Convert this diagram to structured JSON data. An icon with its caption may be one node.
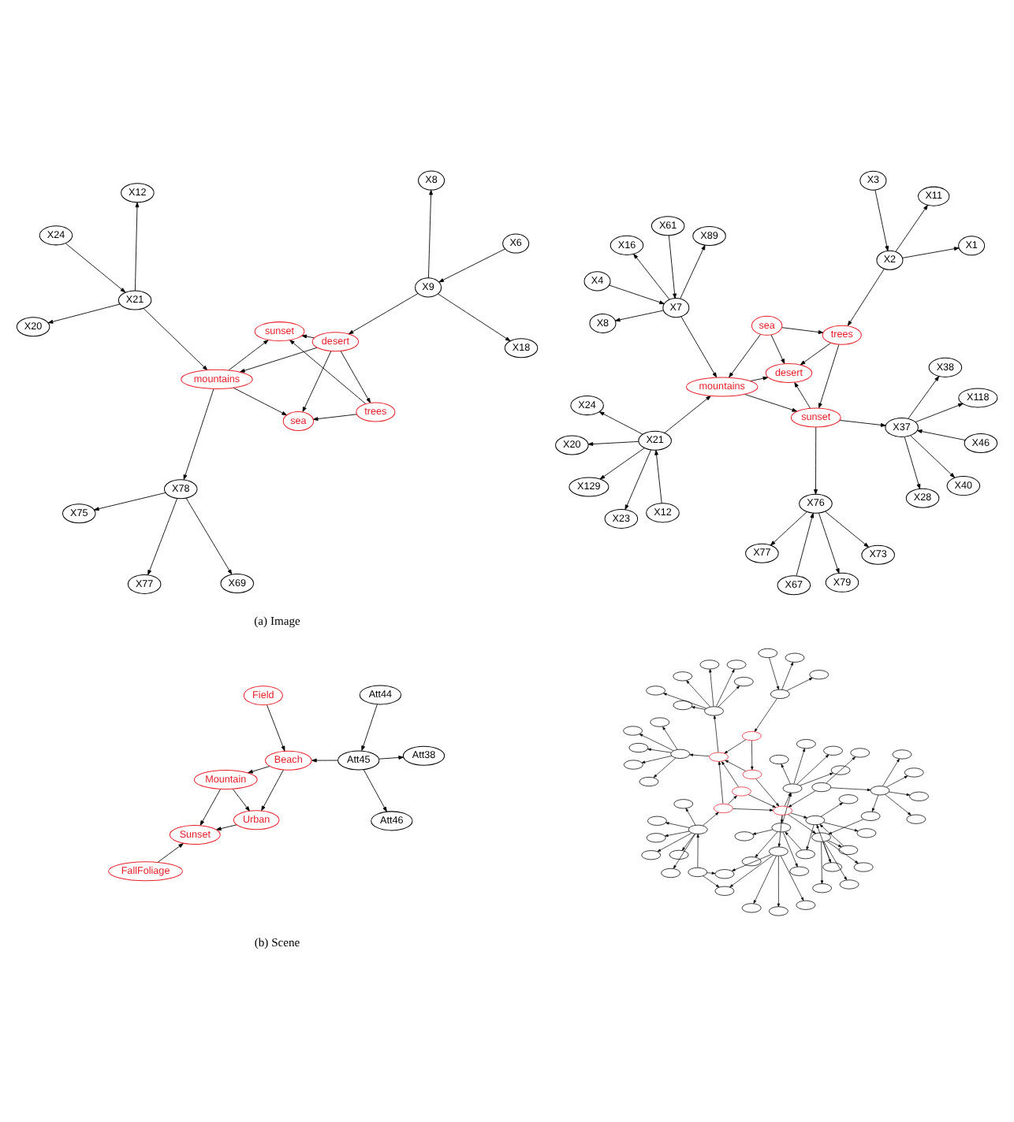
{
  "diagram": {
    "nodes": [
      {
        "text": [
          "X24"
        ]
      },
      {
        "text": [
          "X12"
        ]
      },
      {
        "text": [
          "X20"
        ]
      },
      {
        "text": [
          "X21"
        ]
      },
      {
        "text": [
          "sunset"
        ]
      },
      {
        "text": [
          "mountains"
        ]
      },
      {
        "text": [
          "trees"
        ]
      },
      {
        "text": [
          "sea"
        ]
      },
      {
        "text": [
          "X77"
        ]
      },
      {
        "text": [
          "X78"
        ]
      },
      {
        "text": [
          "desert"
        ]
      },
      {
        "text": [
          "X75"
        ]
      },
      {
        "text": [
          "X69"
        ]
      },
      {
        "text": [
          "X8"
        ]
      },
      {
        "text": [
          "X9"
        ]
      },
      {
        "text": [
          "X6"
        ]
      },
      {
        "text": [
          "X18"
        ]
      },
      {
        "text": [
          "X28"
        ]
      },
      {
        "text": [
          "X118"
        ]
      },
      {
        "text": [
          "X40"
        ]
      },
      {
        "text": [
          "X38"
        ]
      },
      {
        "text": [
          "X37"
        ]
      },
      {
        "text": [
          "X24"
        ]
      },
      {
        "text": [
          "X129"
        ]
      },
      {
        "text": [
          "X46"
        ]
      },
      {
        "text": [
          "X23"
        ]
      },
      {
        "text": [
          "X73"
        ]
      },
      {
        "text": [
          "X21"
        ]
      },
      {
        "text": [
          "X20"
        ]
      },
      {
        "text": [
          "X12"
        ]
      },
      {
        "text": [
          "sunset"
        ]
      },
      {
        "text": [
          "X76"
        ]
      },
      {
        "text": [
          "X79"
        ]
      },
      {
        "text": [
          "mountains"
        ]
      },
      {
        "text": [
          "desert"
        ]
      },
      {
        "text": [
          "X61"
        ]
      },
      {
        "text": [
          "X77"
        ]
      },
      {
        "text": [
          "X67"
        ]
      },
      {
        "text": [
          "X4"
        ]
      },
      {
        "text": [
          "X7"
        ]
      },
      {
        "text": [
          "sea"
        ]
      },
      {
        "text": [
          "trees"
        ]
      },
      {
        "text": [
          "X8"
        ]
      },
      {
        "text": [
          "X89"
        ]
      },
      {
        "text": [
          "X16"
        ]
      },
      {
        "text": [
          "X2"
        ]
      },
      {
        "text": [
          "X1"
        ]
      },
      {
        "text": [
          "X3"
        ]
      },
      {
        "text": [
          "X11"
        ]
      },
      {
        "text": [
          "Field"
        ]
      },
      {
        "text": [
          "Urban"
        ]
      },
      {
        "text": [
          "Sunset"
        ]
      },
      {
        "text": [
          "Beach"
        ]
      },
      {
        "text": [
          "Mountain"
        ]
      },
      {
        "text": [
          "Att44"
        ]
      },
      {
        "text": [
          "FallFoliage"
        ]
      },
      {
        "text": [
          "Att45"
        ]
      },
      {
        "text": [
          "Att46"
        ]
      },
      {
        "text": [
          "Att38"
        ]
      },
      {
        "text": [],
        "shape": "ellipse"
      },
      {
        "text": [],
        "shape": "ellipse"
      },
      {
        "text": [],
        "shape": "ellipse"
      },
      {
        "text": [],
        "shape": "ellipse"
      },
      {
        "text": [],
        "shape": "ellipse"
      },
      {
        "text": [],
        "shape": "ellipse"
      },
      {
        "text": [],
        "shape": "ellipse"
      },
      {
        "text": [],
        "shape": "ellipse"
      },
      {
        "text": [],
        "shape": "ellipse"
      },
      {
        "text": [],
        "shape": "ellipse"
      },
      {
        "text": [],
        "shape": "ellipse"
      },
      {
        "text": [],
        "shape": "ellipse"
      },
      {
        "text": [],
        "shape": "ellipse"
      },
      {
        "text": [],
        "shape": "ellipse"
      },
      {
        "text": [],
        "shape": "ellipse"
      },
      {
        "text": [],
        "shape": "ellipse"
      },
      {
        "text": [],
        "shape": "ellipse"
      },
      {
        "text": [],
        "shape": "ellipse"
      },
      {
        "text": [],
        "shape": "ellipse"
      },
      {
        "text": [],
        "shape": "ellipse"
      },
      {
        "text": [],
        "shape": "ellipse"
      },
      {
        "text": [],
        "shape": "ellipse"
      },
      {
        "text": [],
        "shape": "ellipse"
      },
      {
        "text": [],
        "shape": "ellipse"
      },
      {
        "text": [],
        "shape": "ellipse"
      },
      {
        "text": [],
        "shape": "ellipse"
      },
      {
        "text": [],
        "shape": "ellipse"
      },
      {
        "text": [],
        "shape": "ellipse"
      },
      {
        "text": [],
        "shape": "ellipse"
      },
      {
        "text": [],
        "shape": "ellipse"
      },
      {
        "text": [],
        "shape": "ellipse"
      },
      {
        "text": [],
        "shape": "ellipse"
      },
      {
        "text": [],
        "shape": "ellipse"
      },
      {
        "text": [],
        "shape": "ellipse"
      },
      {
        "text": [],
        "shape": "ellipse"
      },
      {
        "text": [],
        "shape": "ellipse"
      },
      {
        "text": [],
        "shape": "ellipse"
      },
      {
        "text": [],
        "shape": "ellipse"
      },
      {
        "text": [],
        "shape": "ellipse"
      },
      {
        "text": [],
        "shape": "ellipse"
      },
      {
        "text": [],
        "shape": "ellipse"
      },
      {
        "text": [],
        "shape": "ellipse"
      },
      {
        "text": [],
        "shape": "ellipse"
      },
      {
        "text": [],
        "shape": "ellipse"
      },
      {
        "text": [],
        "shape": "ellipse"
      },
      {
        "text": [],
        "shape": "ellipse"
      },
      {
        "text": [],
        "shape": "ellipse"
      },
      {
        "text": [],
        "shape": "ellipse"
      },
      {
        "text": [],
        "shape": "ellipse"
      },
      {
        "text": [],
        "shape": "ellipse"
      },
      {
        "text": [],
        "shape": "ellipse"
      },
      {
        "text": [],
        "shape": "ellipse"
      },
      {
        "text": [],
        "shape": "ellipse"
      },
      {
        "text": [],
        "shape": "ellipse"
      },
      {
        "text": [],
        "shape": "ellipse"
      },
      {
        "text": [],
        "shape": "ellipse"
      },
      {
        "text": [],
        "shape": "ellipse"
      },
      {
        "text": [],
        "shape": "ellipse"
      },
      {
        "text": [],
        "shape": "ellipse"
      },
      {
        "text": [],
        "shape": "ellipse"
      },
      {
        "text": [],
        "shape": "ellipse"
      },
      {
        "text": [],
        "shape": "ellipse"
      },
      {
        "text": [],
        "shape": "ellipse"
      },
      {
        "text": [],
        "shape": "ellipse"
      }
    ],
    "edges": [
      {
        "from": 0,
        "to": 3,
        "arrow": "to"
      },
      {
        "from": 3,
        "to": 2,
        "arrow": "to"
      },
      {
        "from": 3,
        "to": 1,
        "arrow": "to"
      },
      {
        "from": 3,
        "to": 5,
        "arrow": "to"
      },
      {
        "from": 5,
        "to": 4,
        "arrow": "to"
      },
      {
        "from": 5,
        "to": 7,
        "arrow": "to"
      },
      {
        "from": 5,
        "to": 9,
        "arrow": "to"
      },
      {
        "from": 9,
        "to": 8,
        "arrow": "to"
      },
      {
        "from": 9,
        "to": 11,
        "arrow": "to"
      },
      {
        "from": 9,
        "to": 12,
        "arrow": "to"
      },
      {
        "from": 6,
        "to": 4,
        "arrow": "to"
      },
      {
        "from": 6,
        "to": 7,
        "arrow": "to"
      },
      {
        "from": 10,
        "to": 6,
        "arrow": "to"
      },
      {
        "from": 10,
        "to": 4,
        "arrow": "to"
      },
      {
        "from": 10,
        "to": 5,
        "arrow": "to"
      },
      {
        "from": 10,
        "to": 7,
        "arrow": "to"
      },
      {
        "from": 14,
        "to": 10,
        "arrow": "to"
      },
      {
        "from": 14,
        "to": 13,
        "arrow": "to"
      },
      {
        "from": 14,
        "to": 16,
        "arrow": "to"
      },
      {
        "from": 15,
        "to": 14,
        "arrow": "to"
      },
      {
        "from": 21,
        "to": 18,
        "arrow": "to"
      },
      {
        "from": 21,
        "to": 17,
        "arrow": "to"
      },
      {
        "from": 21,
        "to": 19,
        "arrow": "to"
      },
      {
        "from": 21,
        "to": 20,
        "arrow": "to"
      },
      {
        "from": 24,
        "to": 21,
        "arrow": "to"
      },
      {
        "from": 30,
        "to": 21,
        "arrow": "to"
      },
      {
        "from": 27,
        "to": 22,
        "arrow": "to"
      },
      {
        "from": 27,
        "to": 23,
        "arrow": "to"
      },
      {
        "from": 27,
        "to": 25,
        "arrow": "to"
      },
      {
        "from": 27,
        "to": 28,
        "arrow": "to"
      },
      {
        "from": 29,
        "to": 27,
        "arrow": "to"
      },
      {
        "from": 27,
        "to": 33,
        "arrow": "to"
      },
      {
        "from": 33,
        "to": 30,
        "arrow": "to"
      },
      {
        "from": 33,
        "to": 34,
        "arrow": "to"
      },
      {
        "from": 30,
        "to": 34,
        "arrow": "to"
      },
      {
        "from": 30,
        "to": 31,
        "arrow": "to"
      },
      {
        "from": 31,
        "to": 26,
        "arrow": "to"
      },
      {
        "from": 31,
        "to": 32,
        "arrow": "to"
      },
      {
        "from": 31,
        "to": 36,
        "arrow": "to"
      },
      {
        "from": 37,
        "to": 31,
        "arrow": "to"
      },
      {
        "from": 39,
        "to": 33,
        "arrow": "to"
      },
      {
        "from": 35,
        "to": 39,
        "arrow": "to"
      },
      {
        "from": 38,
        "to": 39,
        "arrow": "to"
      },
      {
        "from": 39,
        "to": 43,
        "arrow": "to"
      },
      {
        "from": 39,
        "to": 44,
        "arrow": "to"
      },
      {
        "from": 39,
        "to": 42,
        "arrow": "to"
      },
      {
        "from": 40,
        "to": 33,
        "arrow": "to"
      },
      {
        "from": 40,
        "to": 34,
        "arrow": "to"
      },
      {
        "from": 40,
        "to": 41,
        "arrow": "to"
      },
      {
        "from": 41,
        "to": 34,
        "arrow": "to"
      },
      {
        "from": 41,
        "to": 30,
        "arrow": "to"
      },
      {
        "from": 45,
        "to": 41,
        "arrow": "to"
      },
      {
        "from": 45,
        "to": 46,
        "arrow": "to"
      },
      {
        "from": 45,
        "to": 48,
        "arrow": "to"
      },
      {
        "from": 47,
        "to": 45,
        "arrow": "to"
      },
      {
        "from": 49,
        "to": 52,
        "arrow": "to"
      },
      {
        "from": 52,
        "to": 50,
        "arrow": "to"
      },
      {
        "from": 52,
        "to": 53,
        "arrow": "to"
      },
      {
        "from": 53,
        "to": 50,
        "arrow": "to"
      },
      {
        "from": 50,
        "to": 51,
        "arrow": "to"
      },
      {
        "from": 53,
        "to": 51,
        "arrow": "to"
      },
      {
        "from": 55,
        "to": 51,
        "arrow": "to"
      },
      {
        "from": 54,
        "to": 56,
        "arrow": "to"
      },
      {
        "from": 56,
        "to": 52,
        "arrow": "to"
      },
      {
        "from": 56,
        "to": 58,
        "arrow": "to"
      },
      {
        "from": 56,
        "to": 57,
        "arrow": "to"
      },
      {
        "from": 68,
        "to": 59,
        "arrow": "to"
      },
      {
        "from": 68,
        "to": 60,
        "arrow": "to"
      },
      {
        "from": 68,
        "to": 61,
        "arrow": "to"
      },
      {
        "from": 68,
        "to": 62,
        "arrow": "to"
      },
      {
        "from": 68,
        "to": 63,
        "arrow": "to"
      },
      {
        "from": 68,
        "to": 64,
        "arrow": "to"
      },
      {
        "from": 65,
        "to": 68,
        "arrow": "to"
      },
      {
        "from": 65,
        "to": 66,
        "arrow": "to"
      },
      {
        "from": 65,
        "to": 70,
        "arrow": "to"
      },
      {
        "from": 77,
        "to": 66,
        "arrow": "to"
      },
      {
        "from": 77,
        "to": 67,
        "arrow": "to"
      },
      {
        "from": 77,
        "to": 69,
        "arrow": "to"
      },
      {
        "from": 77,
        "to": 70,
        "arrow": "to"
      },
      {
        "from": 77,
        "to": 71,
        "arrow": "to"
      },
      {
        "from": 93,
        "to": 77,
        "arrow": "to"
      },
      {
        "from": 84,
        "to": 75,
        "arrow": "to"
      },
      {
        "from": 84,
        "to": 78,
        "arrow": "to"
      },
      {
        "from": 84,
        "to": 81,
        "arrow": "to"
      },
      {
        "from": 86,
        "to": 84,
        "arrow": "to"
      },
      {
        "from": 93,
        "to": 84,
        "arrow": "to"
      },
      {
        "from": 84,
        "to": 90,
        "arrow": "to"
      },
      {
        "from": 84,
        "to": 94,
        "arrow": "to"
      },
      {
        "from": 98,
        "to": 86,
        "arrow": "to"
      },
      {
        "from": 98,
        "to": 95,
        "arrow": "to"
      },
      {
        "from": 98,
        "to": 100,
        "arrow": "to"
      },
      {
        "from": 98,
        "to": 102,
        "arrow": "to"
      },
      {
        "from": 98,
        "to": 105,
        "arrow": "to"
      },
      {
        "from": 99,
        "to": 98,
        "arrow": "to"
      },
      {
        "from": 99,
        "to": 106,
        "arrow": "to"
      },
      {
        "from": 99,
        "to": 93,
        "arrow": "to"
      },
      {
        "from": 93,
        "to": 103,
        "arrow": "to"
      },
      {
        "from": 90,
        "to": 103,
        "arrow": "to"
      },
      {
        "from": 94,
        "to": 103,
        "arrow": "to"
      },
      {
        "from": 103,
        "to": 107,
        "arrow": "to"
      },
      {
        "from": 103,
        "to": 108,
        "arrow": "to"
      },
      {
        "from": 103,
        "to": 111,
        "arrow": "to"
      },
      {
        "from": 107,
        "to": 109,
        "arrow": "to"
      },
      {
        "from": 93,
        "to": 109,
        "arrow": "to"
      },
      {
        "from": 93,
        "to": 112,
        "arrow": "to"
      },
      {
        "from": 109,
        "to": 114,
        "arrow": "to"
      },
      {
        "from": 109,
        "to": 118,
        "arrow": "to"
      },
      {
        "from": 109,
        "to": 119,
        "arrow": "to"
      },
      {
        "from": 109,
        "to": 112,
        "arrow": "to"
      },
      {
        "from": 112,
        "to": 116,
        "arrow": "to"
      },
      {
        "from": 112,
        "to": 120,
        "arrow": "to"
      },
      {
        "from": 112,
        "to": 121,
        "arrow": "to"
      },
      {
        "from": 112,
        "to": 122,
        "arrow": "to"
      },
      {
        "from": 68,
        "to": 83,
        "arrow": "to"
      },
      {
        "from": 83,
        "to": 88,
        "arrow": "to"
      },
      {
        "from": 83,
        "to": 93,
        "arrow": "to"
      },
      {
        "from": 83,
        "to": 85,
        "arrow": "to"
      },
      {
        "from": 88,
        "to": 93,
        "arrow": "to"
      },
      {
        "from": 91,
        "to": 93,
        "arrow": "to"
      },
      {
        "from": 88,
        "to": 85,
        "arrow": "to"
      },
      {
        "from": 91,
        "to": 85,
        "arrow": "to"
      },
      {
        "from": 97,
        "to": 85,
        "arrow": "to"
      },
      {
        "from": 97,
        "to": 91,
        "arrow": "to"
      },
      {
        "from": 85,
        "to": 80,
        "arrow": "to"
      },
      {
        "from": 80,
        "to": 72,
        "arrow": "to"
      },
      {
        "from": 80,
        "to": 73,
        "arrow": "to"
      },
      {
        "from": 80,
        "to": 74,
        "arrow": "to"
      },
      {
        "from": 80,
        "to": 76,
        "arrow": "to"
      },
      {
        "from": 80,
        "to": 79,
        "arrow": "to"
      },
      {
        "from": 80,
        "to": 82,
        "arrow": "to"
      },
      {
        "from": 85,
        "to": 89,
        "arrow": "to"
      },
      {
        "from": 89,
        "to": 87,
        "arrow": "to"
      },
      {
        "from": 89,
        "to": 92,
        "arrow": "to"
      },
      {
        "from": 89,
        "to": 96,
        "arrow": "to"
      },
      {
        "from": 89,
        "to": 101,
        "arrow": "to"
      },
      {
        "from": 89,
        "to": 104,
        "arrow": "to"
      },
      {
        "from": 110,
        "to": 97,
        "arrow": "to"
      },
      {
        "from": 113,
        "to": 110,
        "arrow": "to"
      },
      {
        "from": 110,
        "to": 115,
        "arrow": "to"
      },
      {
        "from": 110,
        "to": 117,
        "arrow": "to"
      }
    ],
    "labels": [
      "(a) Image",
      "(b) Scene"
    ]
  }
}
